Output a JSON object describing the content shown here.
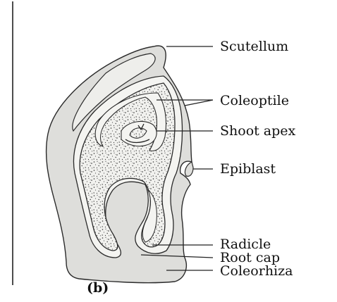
{
  "figure": {
    "caption": "(b)",
    "labels": {
      "scutellum": "Scutellum",
      "coleoptile": "Coleoptile",
      "shoot_apex": "Shoot apex",
      "epiblast": "Epiblast",
      "radicle": "Radicle",
      "root_cap": "Root cap",
      "coleorhiza": "Coleorhiza"
    }
  }
}
